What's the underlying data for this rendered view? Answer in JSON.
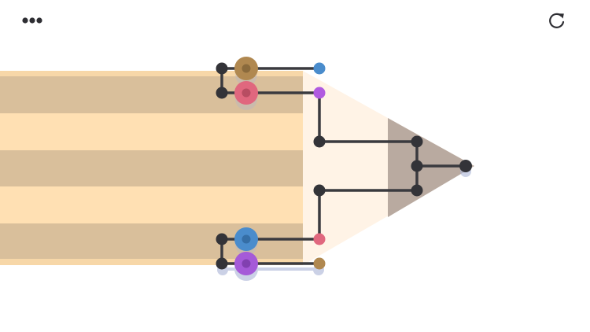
{
  "game": {
    "colors": {
      "background": "#ffffff",
      "stripe_light": "#ffe0b3",
      "stripe_dark": "#d9bf9b",
      "stripe_edge": "#f7d7a8",
      "cone": "#fff3e6",
      "tip": "#b9aaa0",
      "wire": "#3a3a3f",
      "joint": "#333338",
      "shadow": "#aab4d6"
    },
    "knobs": [
      {
        "id": "knob-gold",
        "color": "#b08850",
        "color_dark": "#8a6a3c"
      },
      {
        "id": "knob-pink",
        "color": "#e0677e",
        "color_dark": "#b84d62"
      },
      {
        "id": "knob-blue",
        "color": "#4a8ccc",
        "color_dark": "#356ea6"
      },
      {
        "id": "knob-purple",
        "color": "#a55ad8",
        "color_dark": "#8140b0"
      }
    ],
    "end_dots": [
      {
        "id": "end-blue",
        "color": "#4a8ccc"
      },
      {
        "id": "end-purple",
        "color": "#b05ae0"
      },
      {
        "id": "end-pink",
        "color": "#e0677e"
      },
      {
        "id": "end-gold",
        "color": "#b08850"
      }
    ],
    "icons": {
      "menu": "ellipsis-icon",
      "restart": "restart-icon"
    }
  }
}
